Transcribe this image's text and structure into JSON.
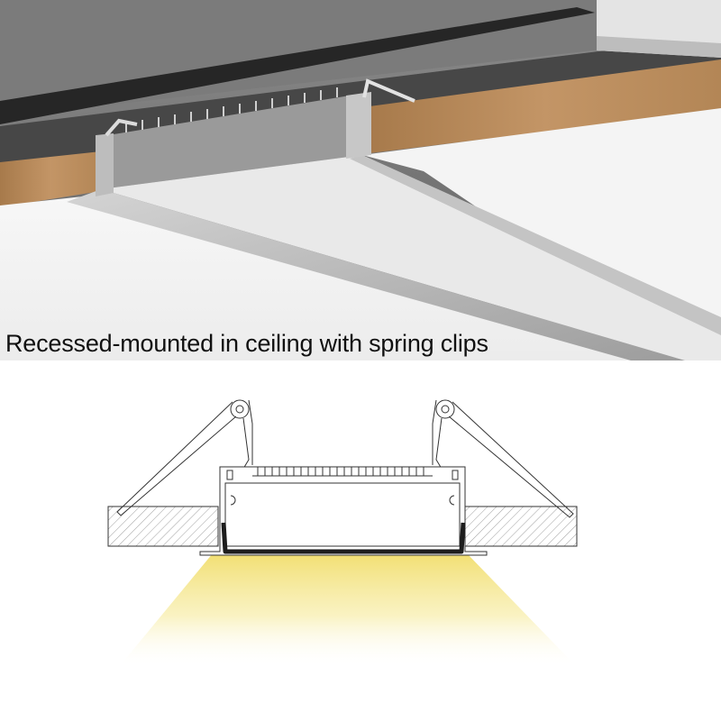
{
  "caption": "Recessed-mounted in ceiling with spring clips",
  "colors": {
    "ceiling_top": "#6f6f6f",
    "ceiling_dark": "#3c3c3c",
    "board": "#f2f2f2",
    "wood": "#b98b59",
    "aluminium": "#b9b9b9",
    "light_glow": "#f3e27a",
    "diffuser": "#1d1d1d",
    "hatch": "#555555"
  },
  "icons": {
    "photo": "ceiling-render-illustration",
    "section": "profile-cross-section-drawing"
  }
}
